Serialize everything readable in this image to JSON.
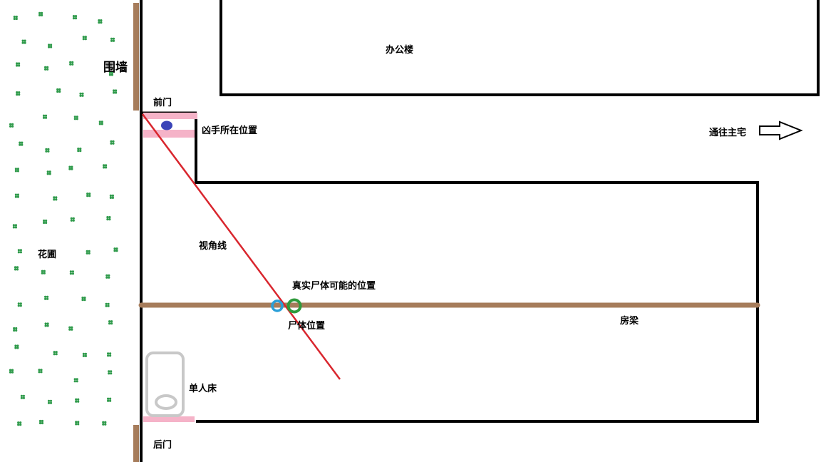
{
  "labels": {
    "wall": "围墙",
    "office": "办公楼",
    "front_door": "前门",
    "killer_position": "凶手所在位置",
    "to_main_house": "通往主宅",
    "sightline": "视角线",
    "real_body_position": "真实尸体可能的位置",
    "beam": "房梁",
    "body_position": "尸体位置",
    "garden": "花圃",
    "single_bed": "单人床",
    "back_door": "后门"
  },
  "colors": {
    "wall_brown": "#a67c5b",
    "door_pink": "#f5b3c8",
    "sightline_red": "#d9262e",
    "killer_marker": "#3a44b8",
    "body_marker": "#2a9fd8",
    "real_body_marker": "#2e9a3c",
    "bed_gray": "#c8c8c8",
    "shrub_green": "#2e9a4a"
  },
  "icons": {
    "arrow": "right-arrow-icon"
  }
}
